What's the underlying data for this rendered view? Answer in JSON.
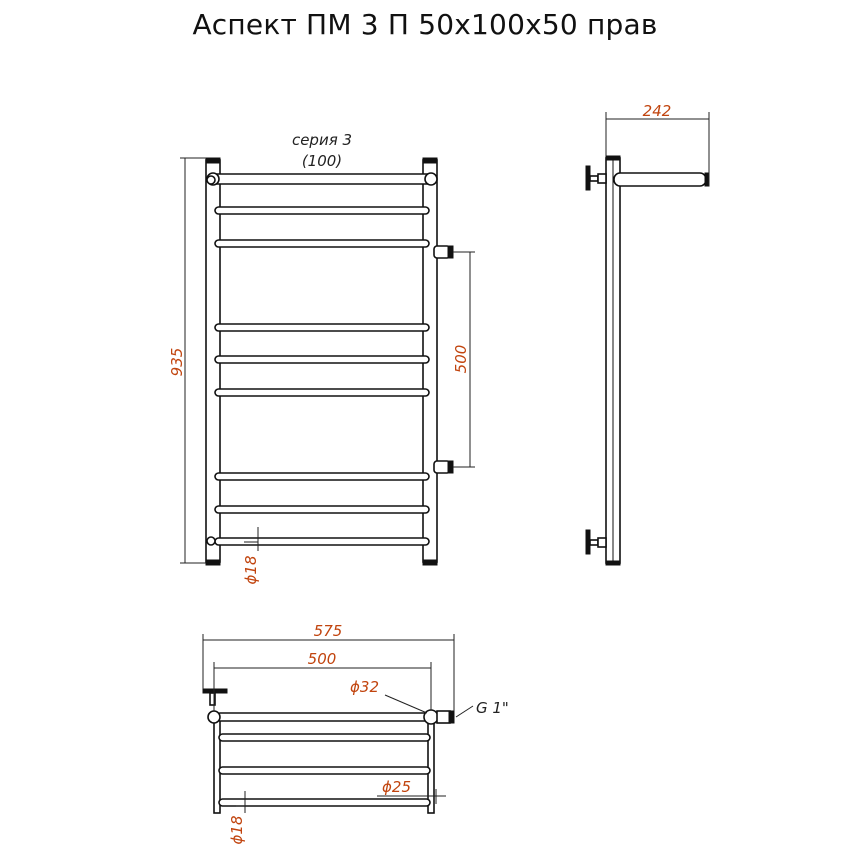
{
  "title": "Аспект ПМ 3 П 50х100х50 прав",
  "series_label": "серия 3",
  "series_sub": "(100)",
  "colors": {
    "dimension": "#c1440e",
    "line": "#111111"
  },
  "dimensions": {
    "height": "935",
    "connection_spacing": "500",
    "rung_diameter_front": "ϕ18",
    "depth": "242",
    "total_width": "575",
    "center_width": "500",
    "pipe_diameter": "ϕ32",
    "thread": "G 1\"",
    "rung_spacing_diameter": "ϕ25",
    "rung_diameter_top": "ϕ18"
  }
}
